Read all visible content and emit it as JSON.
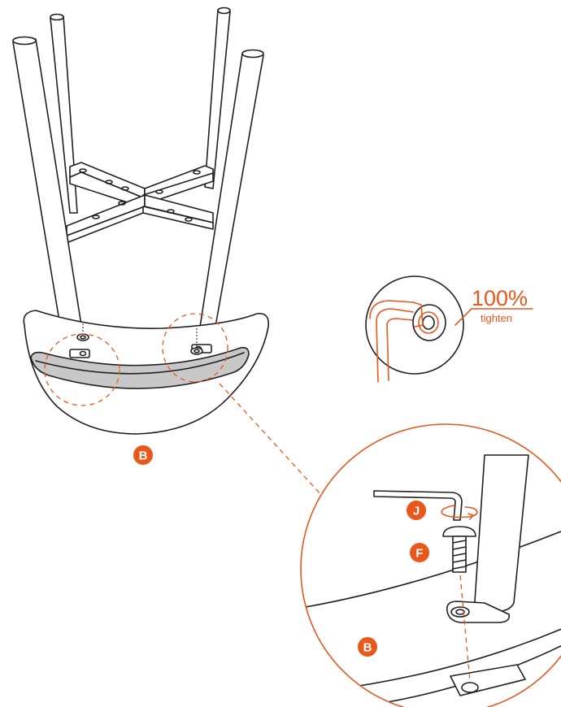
{
  "parts": {
    "seat": "B",
    "bolt": "F",
    "hex_key": "J"
  },
  "torque": {
    "percent": "100%",
    "label": "tighten"
  },
  "colors": {
    "accent": "#e8571b",
    "ink": "#231f20",
    "background": "#ffffff"
  }
}
